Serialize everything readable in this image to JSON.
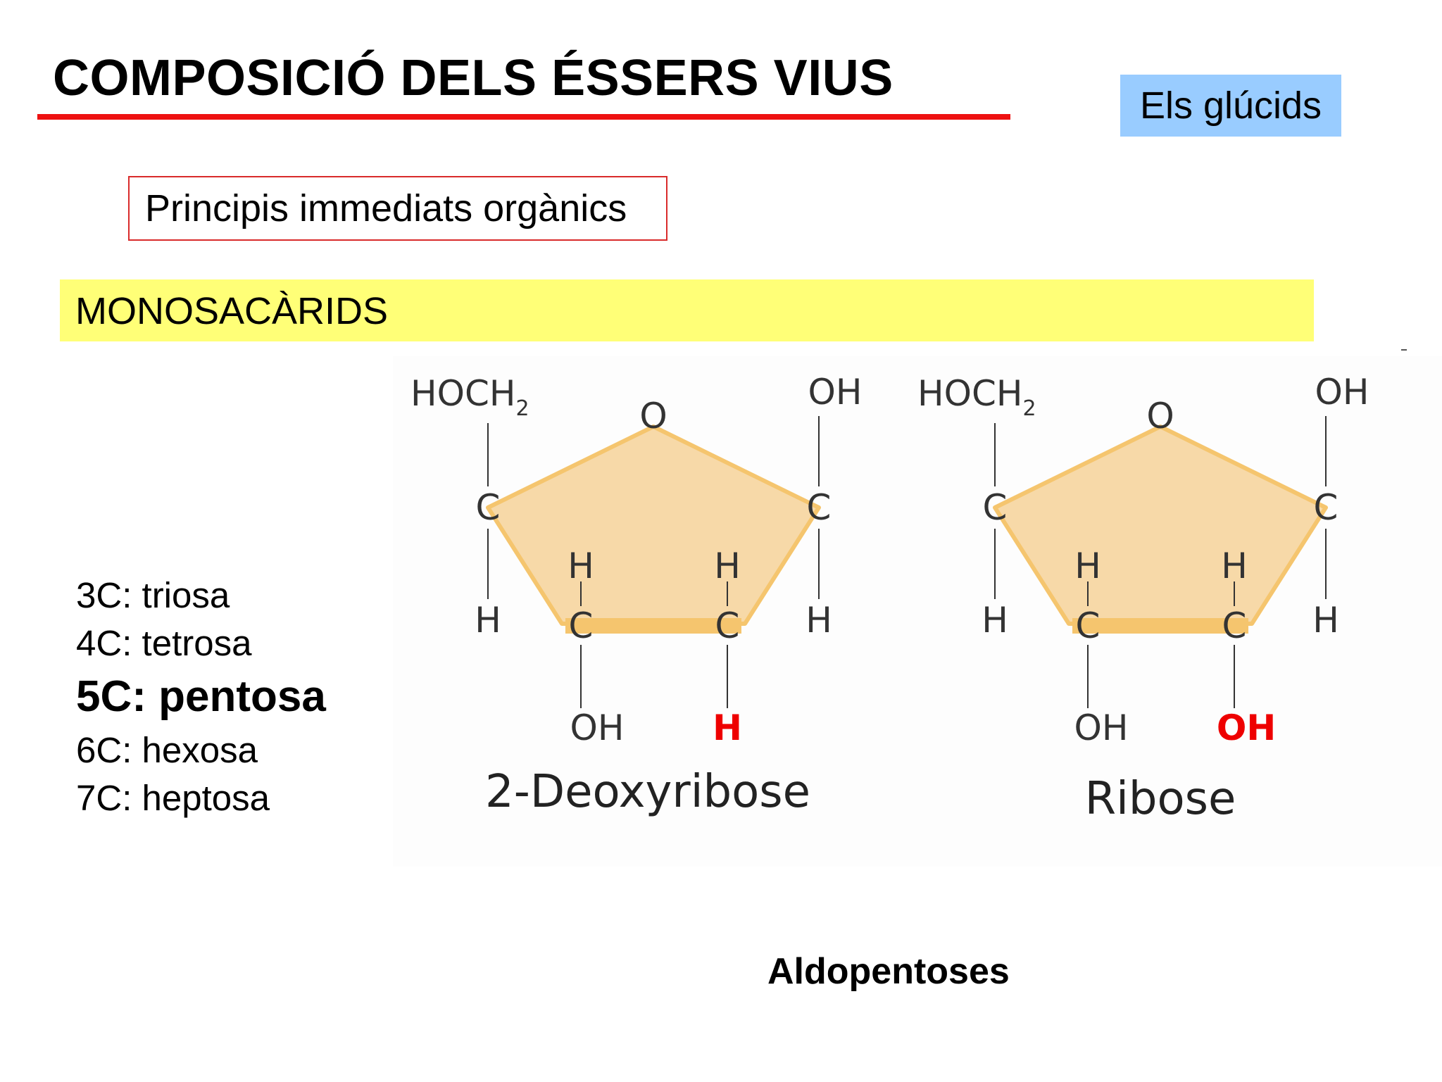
{
  "header": {
    "title": "COMPOSICIÓ DELS ÉSSERS VIUS",
    "topic": "Els glúcids"
  },
  "subtopic": "Principis immediats orgànics",
  "section": "MONOSACÀRIDS",
  "carbon_list": [
    {
      "text": "3C: triosa",
      "emphasis": false
    },
    {
      "text": "4C: tetrosa",
      "emphasis": false
    },
    {
      "text": "5C: pentosa",
      "emphasis": true
    },
    {
      "text": "6C: hexosa",
      "emphasis": false
    },
    {
      "text": "7C: heptosa",
      "emphasis": false
    }
  ],
  "molecules": [
    {
      "name": "2-Deoxyribose",
      "hoch2": "HOCH",
      "subscript": "2",
      "ring_o": "O",
      "top_right": "OH",
      "c_left": "C",
      "c_right": "C",
      "h_left": "H",
      "h_right": "H",
      "mid_h_left": "H",
      "mid_h_right": "H",
      "c_bottom_left": "C",
      "c_bottom_right": "C",
      "bottom_left": "OH",
      "bottom_right": "H",
      "bottom_right_highlight": true
    },
    {
      "name": "Ribose",
      "hoch2": "HOCH",
      "subscript": "2",
      "ring_o": "O",
      "top_right": "OH",
      "c_left": "C",
      "c_right": "C",
      "h_left": "H",
      "h_right": "H",
      "mid_h_left": "H",
      "mid_h_right": "H",
      "c_bottom_left": "C",
      "c_bottom_right": "C",
      "bottom_left": "OH",
      "bottom_right": "OH",
      "bottom_right_highlight": true
    }
  ],
  "footer": "Aldopentoses",
  "colors": {
    "title_rule": "#ee1111",
    "topic_badge": "#99ccff",
    "section_banner": "#ffff77",
    "ring_fill": "#f7d9a8",
    "ring_edge": "#f5c56e",
    "highlight": "#ee0000"
  }
}
